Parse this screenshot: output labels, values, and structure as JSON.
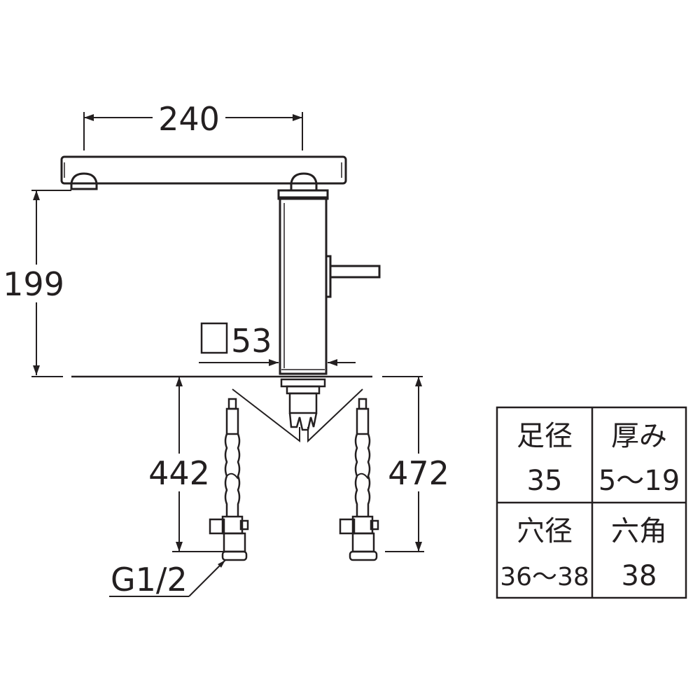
{
  "dimensions": {
    "spout_length": "240",
    "spout_height": "199",
    "body_square_symbol": "□",
    "body_square_value": "53",
    "hose_length_left": "442",
    "hose_length_right": "472",
    "connection_thread": "G1/2"
  },
  "spec_table": {
    "cells": [
      {
        "label": "足径",
        "value": "35"
      },
      {
        "label": "厚み",
        "value": "5～19"
      },
      {
        "label": "穴径",
        "value": "36～38"
      },
      {
        "label": "六角",
        "value": "38"
      }
    ]
  }
}
